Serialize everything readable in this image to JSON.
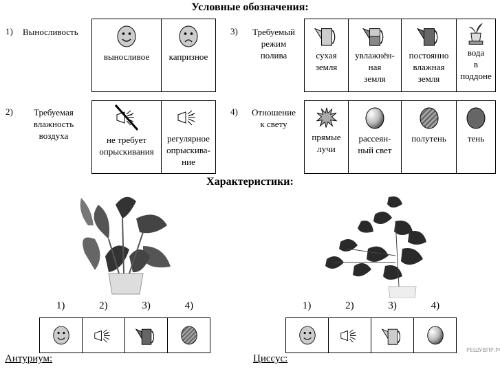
{
  "legend_title": "Условные обозначения:",
  "legend": {
    "s1": {
      "num": "1)",
      "label": [
        "Выносливость"
      ],
      "items": [
        {
          "icon": "smile-face-icon",
          "text": [
            "выносливое"
          ]
        },
        {
          "icon": "sad-face-icon",
          "text": [
            "капризное"
          ]
        }
      ]
    },
    "s2": {
      "num": "2)",
      "label": [
        "Требуемая",
        "влажность",
        "воздуха"
      ],
      "items": [
        {
          "icon": "no-spray-icon",
          "text": [
            "не требует",
            "опрыскивания"
          ]
        },
        {
          "icon": "spray-icon",
          "text": [
            "регулярное",
            "опрыскива-",
            "ние"
          ]
        }
      ]
    },
    "s3": {
      "num": "3)",
      "label": [
        "Требуемый",
        "режим",
        "полива"
      ],
      "items": [
        {
          "icon": "watering-can-dry-icon",
          "text": [
            "сухая",
            "земля"
          ]
        },
        {
          "icon": "watering-can-moist-icon",
          "text": [
            "увлажнён-",
            "ная",
            "земля"
          ]
        },
        {
          "icon": "watering-can-wet-icon",
          "text": [
            "постоянно",
            "влажная",
            "земля"
          ]
        },
        {
          "icon": "pot-tray-icon",
          "text": [
            "вода",
            "в",
            "поддоне"
          ]
        }
      ]
    },
    "s4": {
      "num": "4)",
      "label": [
        "Отношение",
        "к свету"
      ],
      "items": [
        {
          "icon": "direct-sun-icon",
          "text": [
            "прямые",
            "лучи"
          ]
        },
        {
          "icon": "diffused-light-icon",
          "text": [
            "рассеян-",
            "ный свет"
          ]
        },
        {
          "icon": "half-shade-icon",
          "text": [
            "полутень"
          ]
        },
        {
          "icon": "shade-icon",
          "text": [
            "тень"
          ]
        }
      ]
    }
  },
  "char_title": "Характеристики:",
  "plants": [
    {
      "name": "Антуриум:",
      "cols": [
        "1)",
        "2)",
        "3)",
        "4)"
      ]
    },
    {
      "name": "Циссус:",
      "cols": [
        "1)",
        "2)",
        "3)",
        "4)"
      ]
    }
  ],
  "watermark": "РЕШУВПР.РФ"
}
